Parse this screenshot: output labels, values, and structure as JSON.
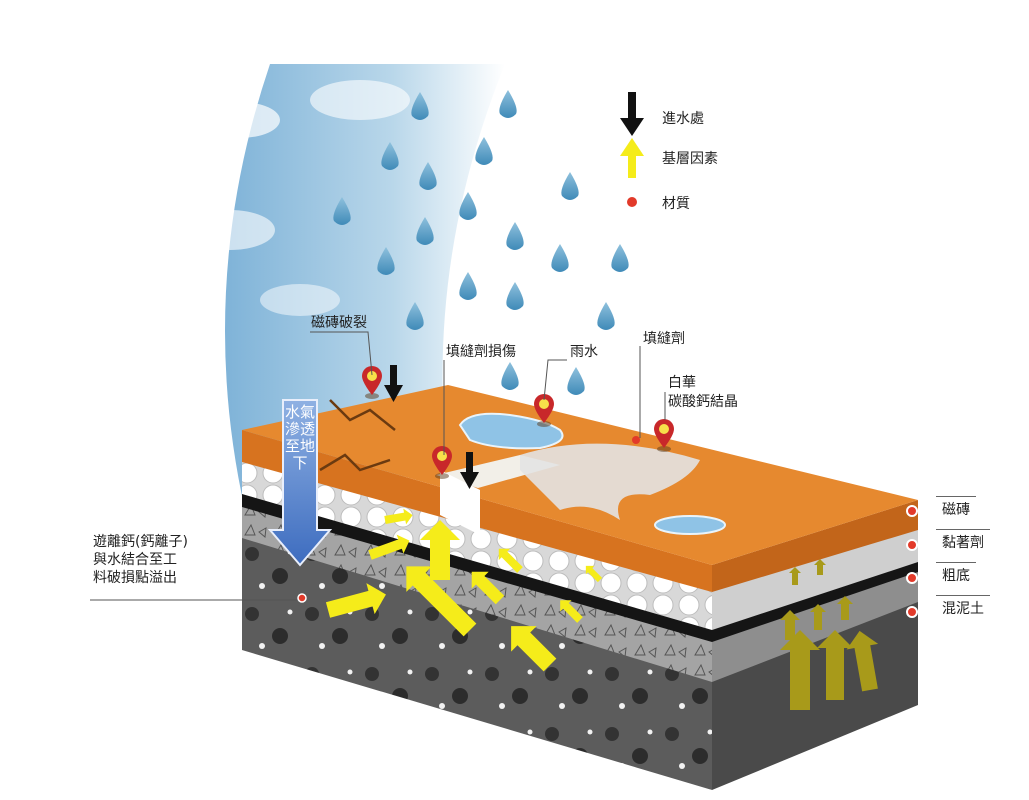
{
  "legend": {
    "water_entry": "進水處",
    "substrate_factor": "基層因素",
    "material": "材質"
  },
  "callouts": {
    "tile_crack": "磁磚破裂",
    "grout_damage": "填縫劑損傷",
    "rain": "雨水",
    "grout": "填縫劑",
    "efflorescence_1": "白華",
    "efflorescence_2": "碳酸鈣結晶",
    "free_calcium_1": "遊離鈣(鈣離子)",
    "free_calcium_2": "與水結合至工",
    "free_calcium_3": "料破損點溢出"
  },
  "arrow_text": "水氣滲透至地下",
  "layers": {
    "tile": "磁磚",
    "adhesive": "黏著劑",
    "base": "粗底",
    "concrete": "混泥土"
  },
  "colors": {
    "tile": "#e6892f",
    "water_arrow": "#111111",
    "substrate_arrow": "#f5ec1a",
    "material_dot": "#e23a2a",
    "pin": "#c8282a",
    "seepage_arrow": "#5b86c9"
  }
}
